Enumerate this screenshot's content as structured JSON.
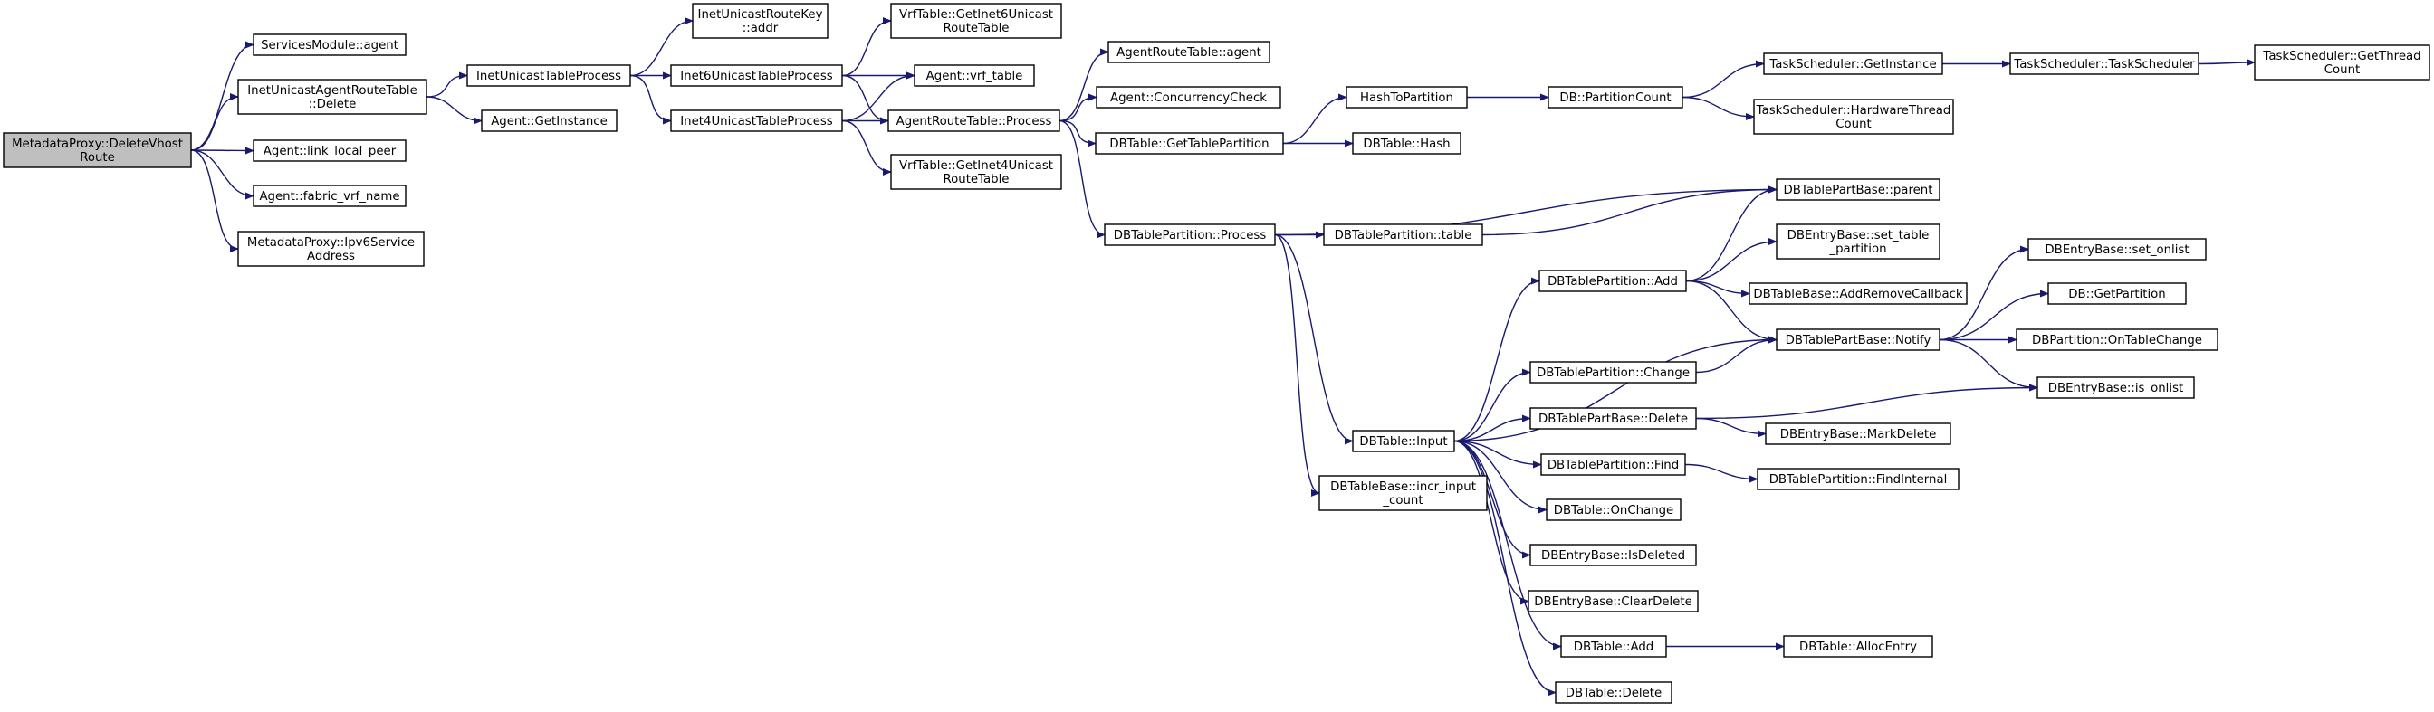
{
  "nodes": [
    {
      "id": "n0",
      "lines": [
        "MetadataProxy::DeleteVhost",
        "Route"
      ],
      "root": true
    },
    {
      "id": "n1",
      "lines": [
        "ServicesModule::agent"
      ]
    },
    {
      "id": "n2",
      "lines": [
        "InetUnicastAgentRouteTable",
        "::Delete"
      ]
    },
    {
      "id": "n3",
      "lines": [
        "Agent::link_local_peer"
      ]
    },
    {
      "id": "n4",
      "lines": [
        "Agent::fabric_vrf_name"
      ]
    },
    {
      "id": "n5",
      "lines": [
        "MetadataProxy::Ipv6Service",
        "Address"
      ]
    },
    {
      "id": "n6",
      "lines": [
        "InetUnicastTableProcess"
      ]
    },
    {
      "id": "n7",
      "lines": [
        "Agent::GetInstance"
      ]
    },
    {
      "id": "n8",
      "lines": [
        "InetUnicastRouteKey",
        "::addr"
      ]
    },
    {
      "id": "n9",
      "lines": [
        "Inet6UnicastTableProcess"
      ]
    },
    {
      "id": "n10",
      "lines": [
        "Inet4UnicastTableProcess"
      ]
    },
    {
      "id": "n11",
      "lines": [
        "VrfTable::GetInet6Unicast",
        "RouteTable"
      ]
    },
    {
      "id": "n12",
      "lines": [
        "Agent::vrf_table"
      ]
    },
    {
      "id": "n13",
      "lines": [
        "AgentRouteTable::Process"
      ]
    },
    {
      "id": "n14",
      "lines": [
        "VrfTable::GetInet4Unicast",
        "RouteTable"
      ]
    },
    {
      "id": "n15",
      "lines": [
        "AgentRouteTable::agent"
      ]
    },
    {
      "id": "n16",
      "lines": [
        "Agent::ConcurrencyCheck"
      ]
    },
    {
      "id": "n17",
      "lines": [
        "DBTable::GetTablePartition"
      ]
    },
    {
      "id": "n18",
      "lines": [
        "DBTablePartition::Process"
      ]
    },
    {
      "id": "n19",
      "lines": [
        "HashToPartition"
      ]
    },
    {
      "id": "n20",
      "lines": [
        "DBTable::Hash"
      ]
    },
    {
      "id": "n21",
      "lines": [
        "DB::PartitionCount"
      ]
    },
    {
      "id": "n22",
      "lines": [
        "TaskScheduler::GetInstance"
      ]
    },
    {
      "id": "n23",
      "lines": [
        "TaskScheduler::HardwareThread",
        "Count"
      ]
    },
    {
      "id": "n24",
      "lines": [
        "TaskScheduler::TaskScheduler"
      ]
    },
    {
      "id": "n25",
      "lines": [
        "TaskScheduler::GetThread",
        "Count"
      ]
    },
    {
      "id": "n26",
      "lines": [
        "DBTablePartition::table"
      ]
    },
    {
      "id": "n27",
      "lines": [
        "DBTablePartBase::parent"
      ]
    },
    {
      "id": "n28",
      "lines": [
        "DBTable::Input"
      ]
    },
    {
      "id": "n29",
      "lines": [
        "DBTableBase::incr_input",
        "_count"
      ]
    },
    {
      "id": "n30",
      "lines": [
        "DBTablePartition::Add"
      ]
    },
    {
      "id": "n31",
      "lines": [
        "DBTablePartition::Change"
      ]
    },
    {
      "id": "n32",
      "lines": [
        "DBTablePartBase::Delete"
      ]
    },
    {
      "id": "n33",
      "lines": [
        "DBTablePartition::Find"
      ]
    },
    {
      "id": "n34",
      "lines": [
        "DBTable::OnChange"
      ]
    },
    {
      "id": "n35",
      "lines": [
        "DBEntryBase::IsDeleted"
      ]
    },
    {
      "id": "n36",
      "lines": [
        "DBEntryBase::ClearDelete"
      ]
    },
    {
      "id": "n37",
      "lines": [
        "DBTable::Add"
      ]
    },
    {
      "id": "n38",
      "lines": [
        "DBTable::Delete"
      ]
    },
    {
      "id": "n39",
      "lines": [
        "DBEntryBase::set_table",
        "_partition"
      ]
    },
    {
      "id": "n40",
      "lines": [
        "DBTableBase::AddRemoveCallback"
      ]
    },
    {
      "id": "n41",
      "lines": [
        "DBTablePartBase::Notify"
      ]
    },
    {
      "id": "n42",
      "lines": [
        "DBEntryBase::MarkDelete"
      ]
    },
    {
      "id": "n43",
      "lines": [
        "DBTablePartition::FindInternal"
      ]
    },
    {
      "id": "n44",
      "lines": [
        "DBTable::AllocEntry"
      ]
    },
    {
      "id": "n45",
      "lines": [
        "DBEntryBase::set_onlist"
      ]
    },
    {
      "id": "n46",
      "lines": [
        "DB::GetPartition"
      ]
    },
    {
      "id": "n47",
      "lines": [
        "DBPartition::OnTableChange"
      ]
    },
    {
      "id": "n48",
      "lines": [
        "DBEntryBase::is_onlist"
      ]
    }
  ],
  "edges": [
    [
      "n0",
      "n1"
    ],
    [
      "n0",
      "n2"
    ],
    [
      "n0",
      "n3"
    ],
    [
      "n0",
      "n4"
    ],
    [
      "n0",
      "n5"
    ],
    [
      "n2",
      "n6"
    ],
    [
      "n2",
      "n7"
    ],
    [
      "n6",
      "n8"
    ],
    [
      "n6",
      "n9"
    ],
    [
      "n6",
      "n10"
    ],
    [
      "n9",
      "n11"
    ],
    [
      "n9",
      "n12"
    ],
    [
      "n9",
      "n13"
    ],
    [
      "n10",
      "n12"
    ],
    [
      "n10",
      "n13"
    ],
    [
      "n10",
      "n14"
    ],
    [
      "n13",
      "n15"
    ],
    [
      "n13",
      "n16"
    ],
    [
      "n13",
      "n17"
    ],
    [
      "n13",
      "n18"
    ],
    [
      "n17",
      "n19"
    ],
    [
      "n17",
      "n20"
    ],
    [
      "n19",
      "n21"
    ],
    [
      "n21",
      "n22"
    ],
    [
      "n21",
      "n23"
    ],
    [
      "n22",
      "n24"
    ],
    [
      "n24",
      "n25"
    ],
    [
      "n18",
      "n26"
    ],
    [
      "n18",
      "n27"
    ],
    [
      "n18",
      "n28"
    ],
    [
      "n18",
      "n29"
    ],
    [
      "n26",
      "n27"
    ],
    [
      "n28",
      "n30"
    ],
    [
      "n28",
      "n31"
    ],
    [
      "n28",
      "n32"
    ],
    [
      "n28",
      "n33"
    ],
    [
      "n28",
      "n34"
    ],
    [
      "n28",
      "n35"
    ],
    [
      "n28",
      "n36"
    ],
    [
      "n28",
      "n37"
    ],
    [
      "n28",
      "n38"
    ],
    [
      "n28",
      "n41"
    ],
    [
      "n30",
      "n27"
    ],
    [
      "n30",
      "n39"
    ],
    [
      "n30",
      "n40"
    ],
    [
      "n30",
      "n41"
    ],
    [
      "n31",
      "n41"
    ],
    [
      "n32",
      "n42"
    ],
    [
      "n32",
      "n48"
    ],
    [
      "n33",
      "n43"
    ],
    [
      "n37",
      "n44"
    ],
    [
      "n41",
      "n45"
    ],
    [
      "n41",
      "n46"
    ],
    [
      "n41",
      "n47"
    ],
    [
      "n41",
      "n48"
    ]
  ]
}
